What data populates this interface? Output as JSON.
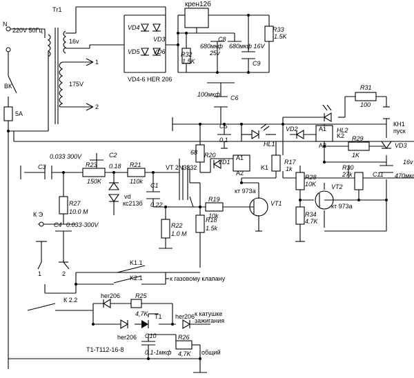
{
  "title": "крен12б",
  "mains": {
    "n": "N",
    "volt": "220V 50Гц",
    "switch": "ВК",
    "fuse": "5А"
  },
  "transformer": {
    "name": "Тr1",
    "sec1": "16v",
    "sec2": "175V",
    "out1": "1",
    "out2": "2"
  },
  "bridge": {
    "d1": "VD4",
    "d2": "VD3",
    "d3": "VD5",
    "d4": "VD6",
    "note": "VD4-6 HER 206"
  },
  "reg": {
    "r32": "R32",
    "r32v": "1.5K",
    "c8": "C8",
    "c8v": "680мкф",
    "c8u": "25v",
    "c9": "C9",
    "c9v": "680мкф 16V",
    "r33": "R33",
    "r33v": "1.5K"
  },
  "c6": {
    "name": "C6",
    "val": "100мкф"
  },
  "c5": {
    "name": "C5",
    "val": "0.1"
  },
  "input": {
    "c3": "C3",
    "c3v": "0.033 300V",
    "r23": "R23",
    "r23v": "150K",
    "node": "0.18",
    "c2": "C2",
    "r21": "R21",
    "r21v": "110k",
    "vd": "vd",
    "vdv": "кс213б",
    "c1": "C1",
    "c1v": "0.22",
    "r22": "R22",
    "r22v": "1.0 M",
    "r27": "R27",
    "r27v": "10.0 M",
    "ke": "К Э",
    "c4": "C4",
    "c4v": "0.033·300V",
    "t1": "1",
    "t2": "2"
  },
  "mid": {
    "vt": "VT 2N3332",
    "r20": "R20",
    "r20v": "68",
    "hl1": "HL1",
    "vd1": "VD1",
    "k1": "K1",
    "a1": "A1",
    "a2": "A2",
    "r17": "R17",
    "r17v": "1k",
    "r19": "R19",
    "r19v": "10k",
    "r18": "R18",
    "r18v": "1.5k",
    "vt1": "VT1",
    "vt1t": "кт 973а"
  },
  "right": {
    "r31": "R31",
    "r31v": "100",
    "hl2": "HL2",
    "kn": "КН1",
    "knt": "пуск",
    "vd3": "VD3",
    "vd2": "VD2",
    "k2": "K2",
    "a1": "A1",
    "a2": "A2",
    "r29": "R29",
    "r29v": "1K",
    "r28": "R28",
    "r28v": "10K",
    "r30": "R30",
    "r30v": "27k",
    "vt2": "VT2",
    "vt2t": "кт 973а",
    "r34": "R34",
    "r34v": "4.7K",
    "c11": "C11",
    "c11v": "470мкф",
    "c11u": "16v"
  },
  "bottom": {
    "k11": "K1.1",
    "k21": "K2.1",
    "gas": "к газовому клапану",
    "k22": "К 2.2",
    "her1": "her206",
    "her2": "her206",
    "her3": "her206",
    "r25": "R25",
    "r25v": "4,7K",
    "t1": "T1",
    "coil1": "к катушке",
    "coil2": "зажигания",
    "c10": "C10",
    "c10v": "0.1-1мкф",
    "r26": "R26",
    "r26v": "4,7K",
    "thy": "Т1-Т112-16-8",
    "common": "общий"
  }
}
